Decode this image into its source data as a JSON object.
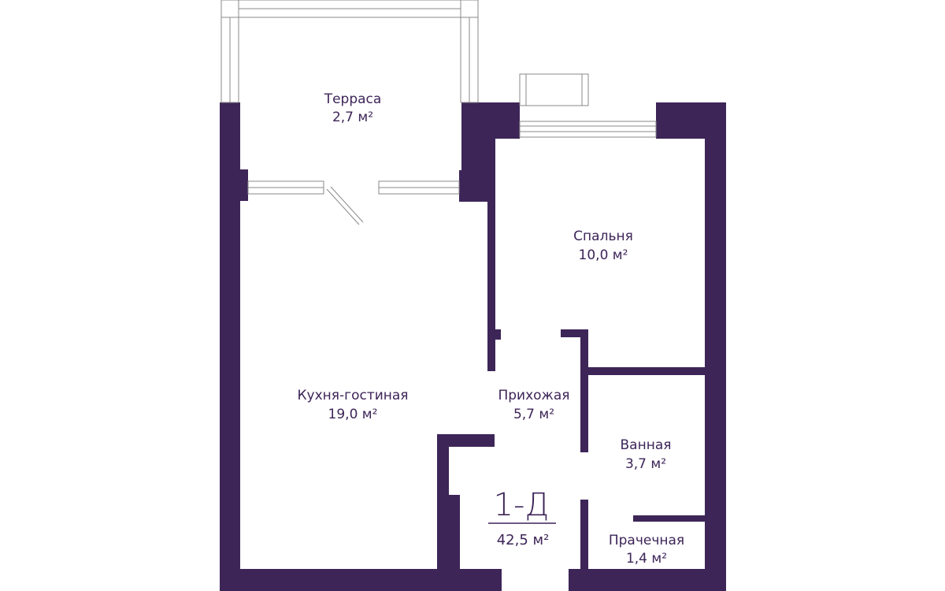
{
  "colors": {
    "wall": "#3d2558",
    "text": "#3d2558",
    "window_line": "#8a8a8a",
    "background": "#ffffff"
  },
  "rooms": {
    "terrace": {
      "name": "Терраса",
      "area": "2,7 м²"
    },
    "bedroom": {
      "name": "Спальня",
      "area": "10,0 м²"
    },
    "kitchen_living": {
      "name": "Кухня-гостиная",
      "area": "19,0 м²"
    },
    "hallway": {
      "name": "Прихожая",
      "area": "5,7 м²"
    },
    "bathroom": {
      "name": "Ванная",
      "area": "3,7 м²"
    },
    "laundry": {
      "name": "Прачечная",
      "area": "1,4 м²"
    }
  },
  "unit": {
    "code": "1-Д",
    "area": "42,5 м²"
  }
}
